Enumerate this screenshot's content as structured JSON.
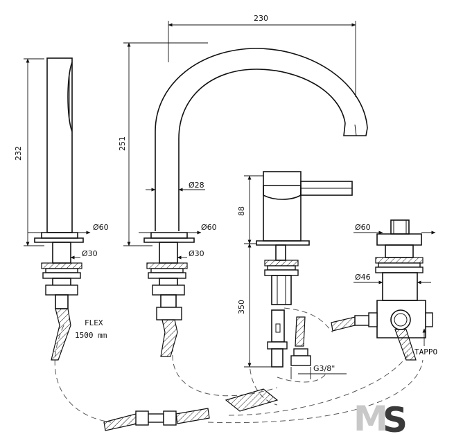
{
  "dimensions": {
    "spout_reach": "230",
    "handshower_height": "232",
    "spout_height": "251",
    "spout_diameter": "Ø28",
    "base_diameter_1": "Ø60",
    "base_diameter_2": "Ø60",
    "base_diameter_3": "Ø60",
    "shank_diameter_1": "Ø30",
    "shank_diameter_2": "Ø30",
    "mixer_height": "88",
    "shank_length": "350",
    "diverter_diameter": "Ø46",
    "connection_thread": "G3/8\""
  },
  "labels": {
    "flex": "FLEX",
    "flex_length": "1500 mm",
    "tappo": "TAPPO"
  },
  "logo": {
    "letter_m": "M",
    "letter_s": "S",
    "color_m": "#c8c8c8",
    "color_s": "#3a3a3a"
  }
}
